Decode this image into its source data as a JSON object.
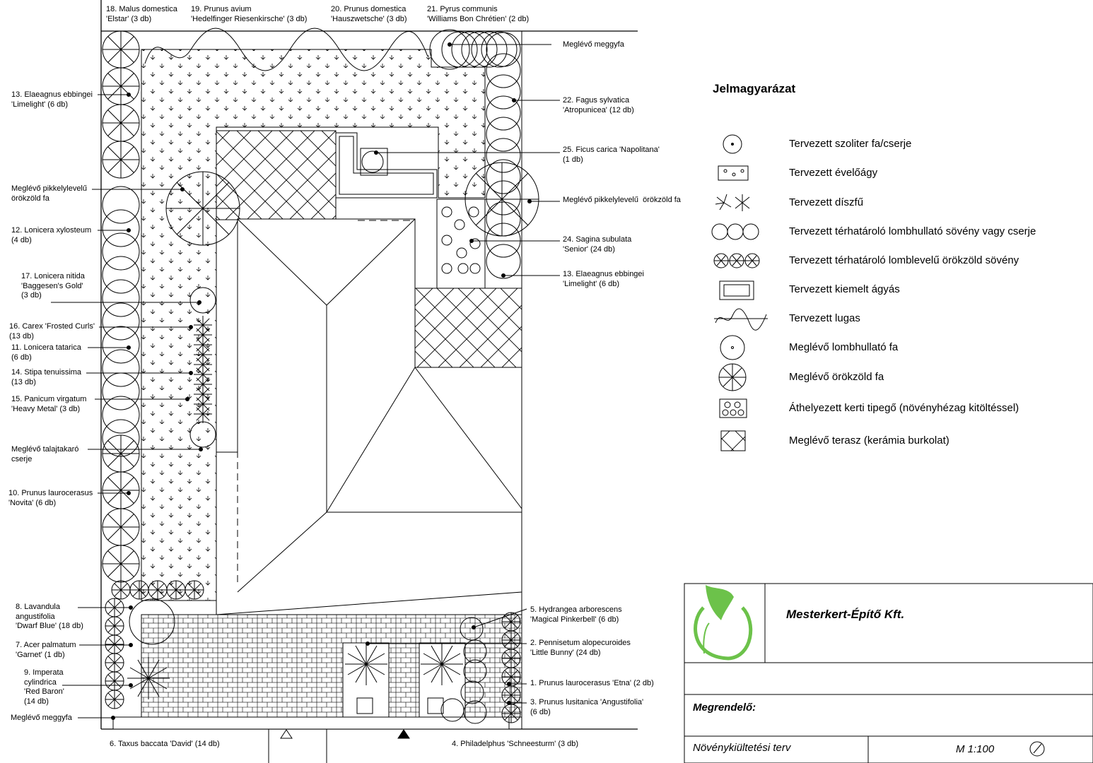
{
  "labels_top": [
    {
      "id": "18",
      "lines": [
        "18. Malus domestica",
        "'Elstar' (3 db)"
      ]
    },
    {
      "id": "19",
      "lines": [
        "19. Prunus avium",
        "'Hedelfinger Riesenkirsche' (3 db)"
      ]
    },
    {
      "id": "20",
      "lines": [
        "20. Prunus domestica",
        "'Hauszwetsche' (3 db)"
      ]
    },
    {
      "id": "21",
      "lines": [
        "21. Pyrus communis",
        "'Williams Bon Chrétien' (2 db)"
      ]
    }
  ],
  "labels_right": [
    {
      "lines": [
        "Meglévő meggyfa"
      ]
    },
    {
      "lines": [
        "22. Fagus sylvatica",
        "'Atropunicea' (12 db)"
      ]
    },
    {
      "lines": [
        "25. Ficus carica 'Napolitana'",
        "(1 db)"
      ]
    },
    {
      "lines": [
        "Meglévő pikkelylevelű  örökzöld fa"
      ]
    },
    {
      "lines": [
        "24. Sagina subulata",
        "'Senior' (24 db)"
      ]
    },
    {
      "lines": [
        "13. Elaeagnus ebbingei",
        "'Limelight' (6 db)"
      ]
    }
  ],
  "labels_left": [
    {
      "lines": [
        "13. Elaeagnus ebbingei",
        "'Limelight' (6 db)"
      ]
    },
    {
      "lines": [
        "Meglévő pikkelylevelű",
        "örökzöld fa"
      ]
    },
    {
      "lines": [
        "12. Lonicera xylosteum",
        "(4 db)"
      ]
    },
    {
      "lines": [
        "17. Lonicera nitida",
        "'Baggesen's Gold'",
        "(3 db)"
      ]
    },
    {
      "lines": [
        "16. Carex 'Frosted Curls'",
        "(13 db)"
      ]
    },
    {
      "lines": [
        "11. Lonicera tatarica",
        "(6 db)"
      ]
    },
    {
      "lines": [
        "14. Stipa tenuissima",
        "(13 db)"
      ]
    },
    {
      "lines": [
        "15. Panicum virgatum",
        "'Heavy Metal' (3 db)"
      ]
    },
    {
      "lines": [
        "Meglévő talajtakaró",
        "cserje"
      ]
    },
    {
      "lines": [
        "10. Prunus laurocerasus",
        "'Novita' (6 db)"
      ]
    },
    {
      "lines": [
        "8. Lavandula",
        "angustifolia",
        "'Dwarf Blue' (18 db)"
      ]
    },
    {
      "lines": [
        "7. Acer palmatum",
        "'Garnet' (1 db)"
      ]
    },
    {
      "lines": [
        "9. Imperata",
        "cylindrica",
        "'Red Baron'",
        "(14 db)"
      ]
    },
    {
      "lines": [
        "Meglévő meggyfa"
      ]
    }
  ],
  "labels_bottom_right": [
    {
      "lines": [
        "5. Hydrangea arborescens",
        "'Magical Pinkerbell' (6 db)"
      ]
    },
    {
      "lines": [
        "2. Pennisetum alopecuroides",
        "'Little Bunny' (24 db)"
      ]
    },
    {
      "lines": [
        "1. Prunus laurocerasus 'Etna' (2 db)"
      ]
    },
    {
      "lines": [
        "3. Prunus lusitanica 'Angustifolia'",
        "(6 db)"
      ]
    }
  ],
  "labels_bottom": [
    {
      "lines": [
        "6. Taxus baccata 'David' (14 db)"
      ]
    },
    {
      "lines": [
        "4. Philadelphus 'Schneesturm' (3 db)"
      ]
    }
  ],
  "legend": {
    "title": "Jelmagyarázat",
    "items": [
      {
        "icon": "planned-tree-icon",
        "label": "Tervezett szoliter fa/cserje"
      },
      {
        "icon": "perennial-bed-icon",
        "label": "Tervezett évelőágy"
      },
      {
        "icon": "ornamental-grass-icon",
        "label": "Tervezett díszfű"
      },
      {
        "icon": "deciduous-hedge-icon",
        "label": "Tervezett térhatároló lombhullató sövény vagy cserje"
      },
      {
        "icon": "evergreen-hedge-icon",
        "label": "Tervezett térhatároló lomblevelű örökzöld sövény"
      },
      {
        "icon": "raised-bed-icon",
        "label": "Tervezett kiemelt ágyás"
      },
      {
        "icon": "pergola-icon",
        "label": "Tervezett lugas"
      },
      {
        "icon": "existing-deciduous-tree-icon",
        "label": "Meglévő lombhullató fa"
      },
      {
        "icon": "existing-evergreen-tree-icon",
        "label": "Meglévő örökzöld fa"
      },
      {
        "icon": "stepping-stones-icon",
        "label": "Áthelyezett kerti tipegő (növényhézag kitöltéssel)"
      },
      {
        "icon": "terrace-icon",
        "label": "Meglévő terasz (kerámia burkolat)"
      }
    ]
  },
  "title_block": {
    "company": "Mesterkert-Építő Kft.",
    "client_label": "Megrendelő:",
    "plan_title": "Növénykiültetési terv",
    "scale": "M 1:100",
    "logo_color": "#6cc24a"
  }
}
